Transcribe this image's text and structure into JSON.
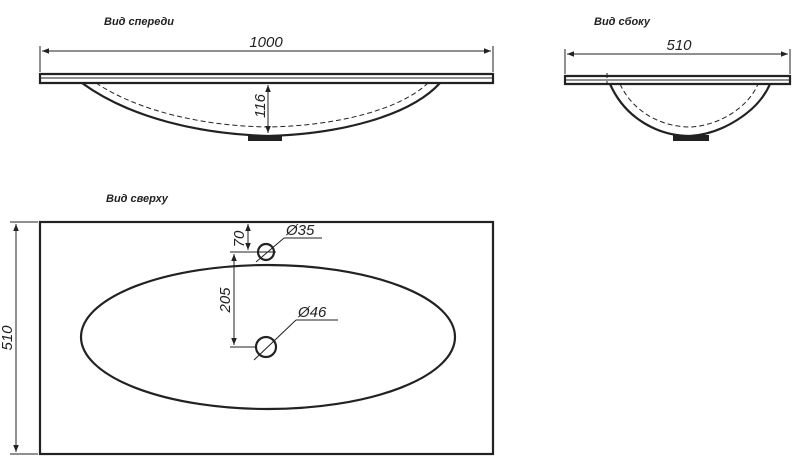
{
  "views": {
    "front": {
      "title": "Вид спереди",
      "width_label": "1000",
      "depth_label": "116"
    },
    "side": {
      "title": "Вид сбоку",
      "width_label": "510"
    },
    "top": {
      "title": "Вид сверху",
      "height_label": "510",
      "offset_label": "70",
      "spacing_label": "205",
      "hole_small_label": "Ø35",
      "hole_large_label": "Ø46"
    }
  },
  "colors": {
    "line": "#222222",
    "background": "#ffffff"
  }
}
